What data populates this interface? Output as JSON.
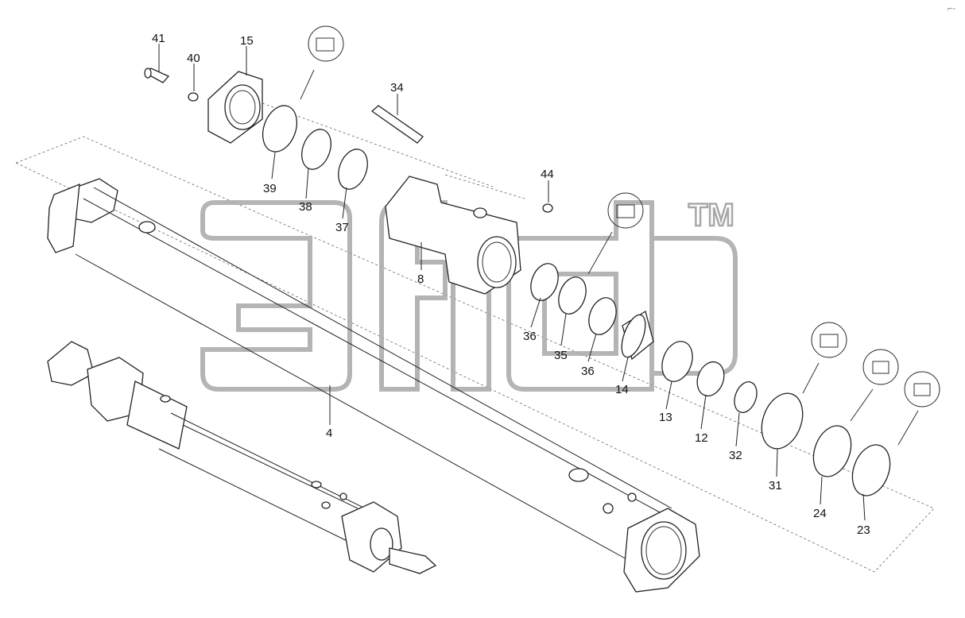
{
  "watermark": {
    "trademark": "TM"
  },
  "labels": {
    "p41": "41",
    "p40": "40",
    "p15": "15",
    "p34": "34",
    "p39": "39",
    "p38": "38",
    "p37": "37",
    "p44": "44",
    "p8": "8",
    "p36a": "36",
    "p35": "35",
    "p36b": "36",
    "p14": "14",
    "p13": "13",
    "p12": "12",
    "p32": "32",
    "p31": "31",
    "p24": "24",
    "p23": "23",
    "p4": "4"
  },
  "corner_mark": "⌐-"
}
